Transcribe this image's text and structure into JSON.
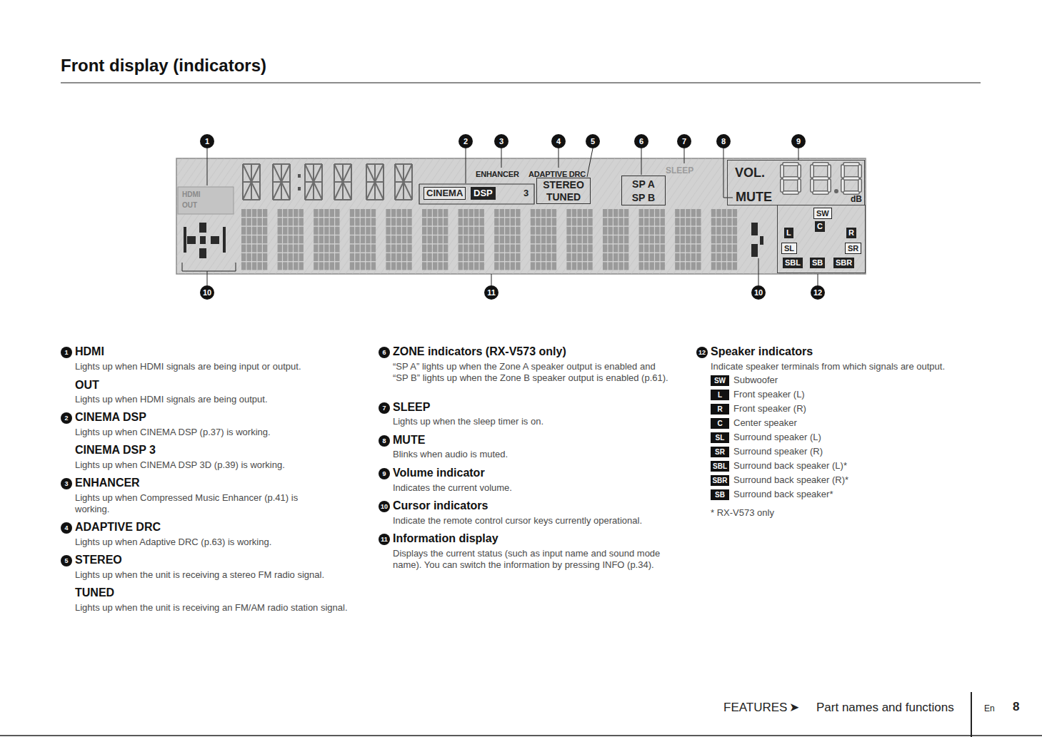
{
  "diagram": {
    "title": "Front display (indicators)",
    "nodes": [
      {
        "text": [
          "HDMI",
          "OUT"
        ]
      },
      {
        "text": [
          "STEREO",
          "TUNED"
        ]
      },
      {
        "text": [
          "SP A",
          "SP B"
        ]
      },
      {
        "text": [
          "VOL.",
          "dB"
        ]
      },
      {
        "text": [
          "SW",
          "C",
          "L",
          "R",
          "SL",
          "SR",
          "SBL",
          "SB",
          "SBR"
        ]
      }
    ],
    "labels": [
      "1",
      "2",
      "3",
      "4",
      "5",
      "6",
      "7",
      "8",
      "9",
      "10",
      "11",
      "10",
      "12",
      "ENHANCER",
      "ADAPTIVE DRC",
      "CINEMA",
      "DSP",
      "3",
      "SLEEP",
      "MUTE",
      "1",
      "HDMI",
      "Lights up when HDMI signals are being input or output.",
      "OUT",
      "Lights up when HDMI signals are being output.",
      "2",
      "CINEMA DSP",
      "Lights up when CINEMA DSP (p.37) is working.",
      "CINEMA DSP 3",
      "Lights up when CINEMA DSP 3D (p.39) is working.",
      "3",
      "ENHANCER",
      "Lights up when Compressed Music Enhancer (p.41) is working.",
      "4",
      "ADAPTIVE DRC",
      "Lights up when Adaptive DRC (p.63) is working.",
      "5",
      "STEREO",
      "Lights up when the unit is receiving a stereo FM radio signal.",
      "TUNED",
      "Lights up when the unit is receiving an FM/AM radio station signal.",
      "6",
      "ZONE indicators (RX-V573 only)",
      "“SP A” lights up when the Zone A speaker output is enabled and “SP B” lights up when the Zone B speaker output is enabled (p.61).",
      "7",
      "SLEEP",
      "Lights up when the sleep timer is on.",
      "8",
      "MUTE",
      "Blinks when audio is muted.",
      "9",
      "Volume indicator",
      "Indicates the current volume.",
      "10",
      "Cursor indicators",
      "Indicate the remote control cursor keys currently operational.",
      "11",
      "Information display",
      "Displays the current status (such as input name and sound mode name). You can switch the information by pressing INFO (p.34).",
      "12",
      "Speaker indicators",
      "Indicate speaker terminals from which signals are output.",
      "SW",
      "Subwoofer",
      "L",
      "Front speaker (L)",
      "R",
      "Front speaker (R)",
      "C",
      "Center speaker",
      "SL",
      "Surround speaker (L)",
      "SR",
      "Surround speaker (R)",
      "SBL",
      "Surround back speaker (L)*",
      "SBR",
      "Surround back speaker (R)*",
      "SB",
      "Surround back speaker*",
      "* RX-V573 only",
      "FEATURES",
      "➤",
      "Part names and functions",
      "En",
      "8"
    ]
  }
}
